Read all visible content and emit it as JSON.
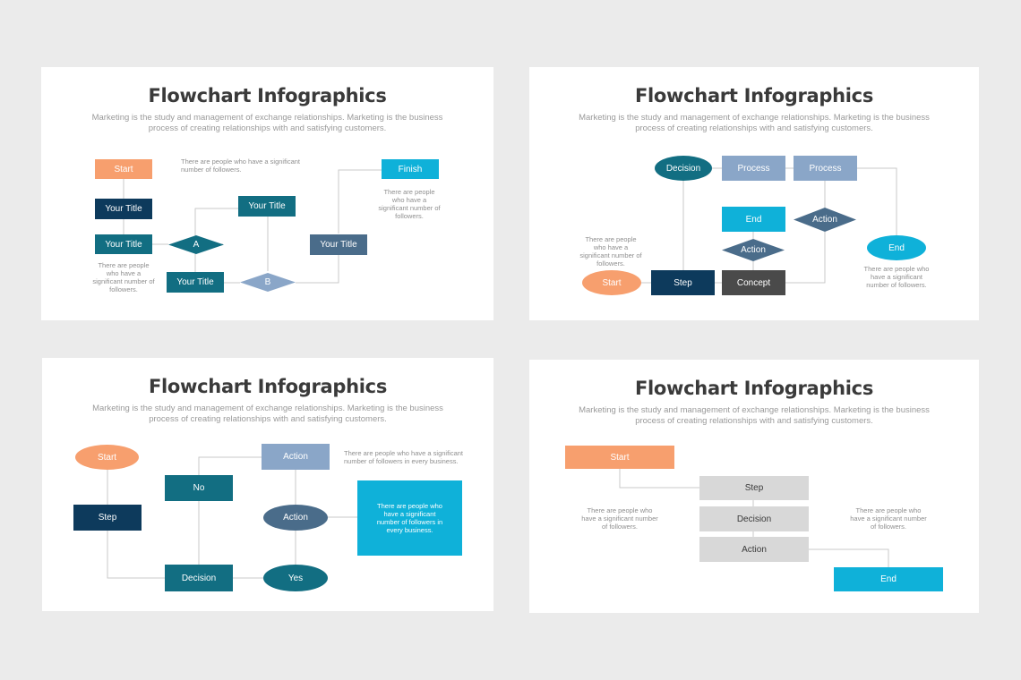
{
  "colors": {
    "orange": "#f79f6e",
    "navy": "#0d3a5c",
    "teal": "#126e82",
    "slate": "#4a6c8a",
    "steel": "#8aa6c8",
    "cyan": "#0fb1d9",
    "dark_gray": "#4a4a4a",
    "light_gray": "#d8d8d8"
  },
  "slides": [
    {
      "title": "Flowchart Infographics",
      "subtitle": "Marketing is the study and management of exchange relationships. Marketing is the business process of creating relationships with and satisfying customers.",
      "nodes": {
        "start": "Start",
        "your_title_1": "Your Title",
        "your_title_2": "Your Title",
        "your_title_3": "Your Title",
        "your_title_4": "Your Title",
        "your_title_5": "Your Title",
        "diamond_a": "A",
        "diamond_b": "B",
        "finish": "Finish"
      },
      "notes": {
        "top": "There are people who have a significant number of followers.",
        "right": "There are people who have a significant number of followers.",
        "left": "There are people who have a significant number of followers."
      }
    },
    {
      "title": "Flowchart Infographics",
      "subtitle": "Marketing is the study and management of exchange relationships. Marketing is the business process of creating relationships with and satisfying customers.",
      "nodes": {
        "decision": "Decision",
        "process_1": "Process",
        "process_2": "Process",
        "end_box": "End",
        "action_right": "Action",
        "action_center": "Action",
        "end_ellipse": "End",
        "start": "Start",
        "step": "Step",
        "concept": "Concept"
      },
      "notes": {
        "left": "There are people who have a significant number of followers.",
        "right": "There are people who have a significant number of followers."
      }
    },
    {
      "title": "Flowchart Infographics",
      "subtitle": "Marketing is the study and management of exchange relationships. Marketing is the business process of creating relationships with and satisfying customers.",
      "nodes": {
        "start": "Start",
        "step": "Step",
        "no": "No",
        "decision": "Decision",
        "action_box": "Action",
        "action_ellipse": "Action",
        "yes": "Yes",
        "info_box": "There are people who have a significant number of followers in every business."
      },
      "notes": {
        "top": "There are people who have a significant number of followers in every business."
      }
    },
    {
      "title": "Flowchart Infographics",
      "subtitle": "Marketing is the study and management of exchange relationships. Marketing is the business process of creating relationships with and satisfying customers.",
      "nodes": {
        "start": "Start",
        "step": "Step",
        "decision": "Decision",
        "action": "Action",
        "end": "End"
      },
      "notes": {
        "left": "There are people who have a significant number of followers.",
        "right": "There are people who have a significant number of followers."
      }
    }
  ]
}
